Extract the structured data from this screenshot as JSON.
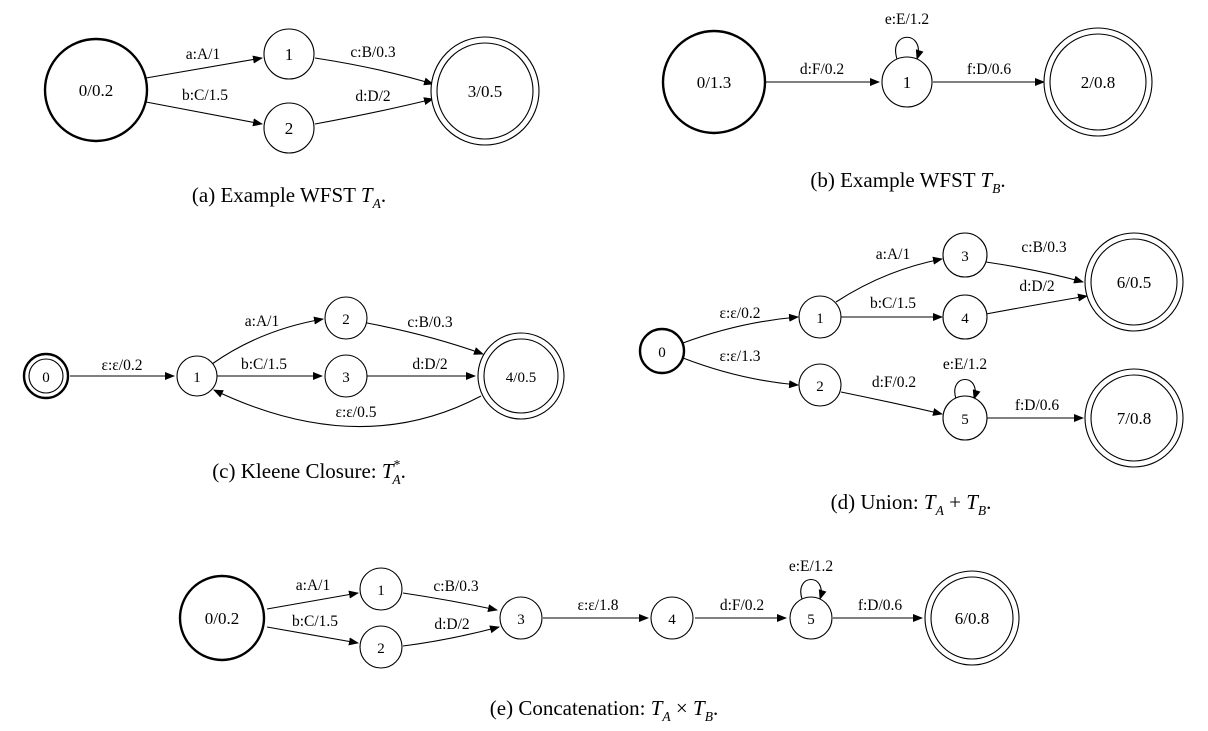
{
  "captions": {
    "a": {
      "pre": "(a) Example WFST ",
      "var": "T",
      "sub": "A",
      "post": "."
    },
    "b": {
      "pre": "(b) Example WFST ",
      "var": "T",
      "sub": "B",
      "post": "."
    },
    "c": {
      "pre": "(c) Kleene Closure: ",
      "var": "T",
      "sup": "*",
      "sub": "A",
      "post": "."
    },
    "d": {
      "pre": "(d) Union: ",
      "var1": "T",
      "sub1": "A",
      "op": " + ",
      "var2": "T",
      "sub2": "B",
      "post": "."
    },
    "e": {
      "pre": "(e) Concatenation: ",
      "var1": "T",
      "sub1": "A",
      "op": " × ",
      "var2": "T",
      "sub2": "B",
      "post": "."
    }
  },
  "graphs": {
    "a": {
      "nodes": [
        {
          "id": "0",
          "label": "0/0.2",
          "start": true,
          "final": false
        },
        {
          "id": "1",
          "label": "1",
          "start": false,
          "final": false
        },
        {
          "id": "2",
          "label": "2",
          "start": false,
          "final": false
        },
        {
          "id": "3",
          "label": "3/0.5",
          "start": false,
          "final": true
        }
      ],
      "edges": [
        {
          "from": "0",
          "to": "1",
          "label": "a:A/1"
        },
        {
          "from": "0",
          "to": "2",
          "label": "b:C/1.5"
        },
        {
          "from": "1",
          "to": "3",
          "label": "c:B/0.3"
        },
        {
          "from": "2",
          "to": "3",
          "label": "d:D/2"
        }
      ]
    },
    "b": {
      "nodes": [
        {
          "id": "0",
          "label": "0/1.3",
          "start": true,
          "final": false
        },
        {
          "id": "1",
          "label": "1",
          "start": false,
          "final": false
        },
        {
          "id": "2",
          "label": "2/0.8",
          "start": false,
          "final": true
        }
      ],
      "edges": [
        {
          "from": "0",
          "to": "1",
          "label": "d:F/0.2"
        },
        {
          "from": "1",
          "to": "1",
          "label": "e:E/1.2"
        },
        {
          "from": "1",
          "to": "2",
          "label": "f:D/0.6"
        }
      ]
    },
    "c": {
      "nodes": [
        {
          "id": "0",
          "label": "0",
          "start": true,
          "final": true
        },
        {
          "id": "1",
          "label": "1",
          "start": false,
          "final": false
        },
        {
          "id": "2",
          "label": "2",
          "start": false,
          "final": false
        },
        {
          "id": "3",
          "label": "3",
          "start": false,
          "final": false
        },
        {
          "id": "4",
          "label": "4/0.5",
          "start": false,
          "final": true
        }
      ],
      "edges": [
        {
          "from": "0",
          "to": "1",
          "label": "ε:ε/0.2"
        },
        {
          "from": "1",
          "to": "2",
          "label": "a:A/1"
        },
        {
          "from": "1",
          "to": "3",
          "label": "b:C/1.5"
        },
        {
          "from": "2",
          "to": "4",
          "label": "c:B/0.3"
        },
        {
          "from": "3",
          "to": "4",
          "label": "d:D/2"
        },
        {
          "from": "4",
          "to": "1",
          "label": "ε:ε/0.5"
        }
      ]
    },
    "d": {
      "nodes": [
        {
          "id": "0",
          "label": "0",
          "start": true,
          "final": false
        },
        {
          "id": "1",
          "label": "1",
          "start": false,
          "final": false
        },
        {
          "id": "2",
          "label": "2",
          "start": false,
          "final": false
        },
        {
          "id": "3",
          "label": "3",
          "start": false,
          "final": false
        },
        {
          "id": "4",
          "label": "4",
          "start": false,
          "final": false
        },
        {
          "id": "5",
          "label": "5",
          "start": false,
          "final": false
        },
        {
          "id": "6",
          "label": "6/0.5",
          "start": false,
          "final": true
        },
        {
          "id": "7",
          "label": "7/0.8",
          "start": false,
          "final": true
        }
      ],
      "edges": [
        {
          "from": "0",
          "to": "1",
          "label": "ε:ε/0.2"
        },
        {
          "from": "0",
          "to": "2",
          "label": "ε:ε/1.3"
        },
        {
          "from": "1",
          "to": "3",
          "label": "a:A/1"
        },
        {
          "from": "1",
          "to": "4",
          "label": "b:C/1.5"
        },
        {
          "from": "3",
          "to": "6",
          "label": "c:B/0.3"
        },
        {
          "from": "4",
          "to": "6",
          "label": "d:D/2"
        },
        {
          "from": "2",
          "to": "5",
          "label": "d:F/0.2"
        },
        {
          "from": "5",
          "to": "5",
          "label": "e:E/1.2"
        },
        {
          "from": "5",
          "to": "7",
          "label": "f:D/0.6"
        }
      ]
    },
    "e": {
      "nodes": [
        {
          "id": "0",
          "label": "0/0.2",
          "start": true,
          "final": false
        },
        {
          "id": "1",
          "label": "1",
          "start": false,
          "final": false
        },
        {
          "id": "2",
          "label": "2",
          "start": false,
          "final": false
        },
        {
          "id": "3",
          "label": "3",
          "start": false,
          "final": false
        },
        {
          "id": "4",
          "label": "4",
          "start": false,
          "final": false
        },
        {
          "id": "5",
          "label": "5",
          "start": false,
          "final": false
        },
        {
          "id": "6",
          "label": "6/0.8",
          "start": false,
          "final": true
        }
      ],
      "edges": [
        {
          "from": "0",
          "to": "1",
          "label": "a:A/1"
        },
        {
          "from": "0",
          "to": "2",
          "label": "b:C/1.5"
        },
        {
          "from": "1",
          "to": "3",
          "label": "c:B/0.3"
        },
        {
          "from": "2",
          "to": "3",
          "label": "d:D/2"
        },
        {
          "from": "3",
          "to": "4",
          "label": "ε:ε/1.8"
        },
        {
          "from": "4",
          "to": "5",
          "label": "d:F/0.2"
        },
        {
          "from": "5",
          "to": "5",
          "label": "e:E/1.2"
        },
        {
          "from": "5",
          "to": "6",
          "label": "f:D/0.6"
        }
      ]
    }
  }
}
